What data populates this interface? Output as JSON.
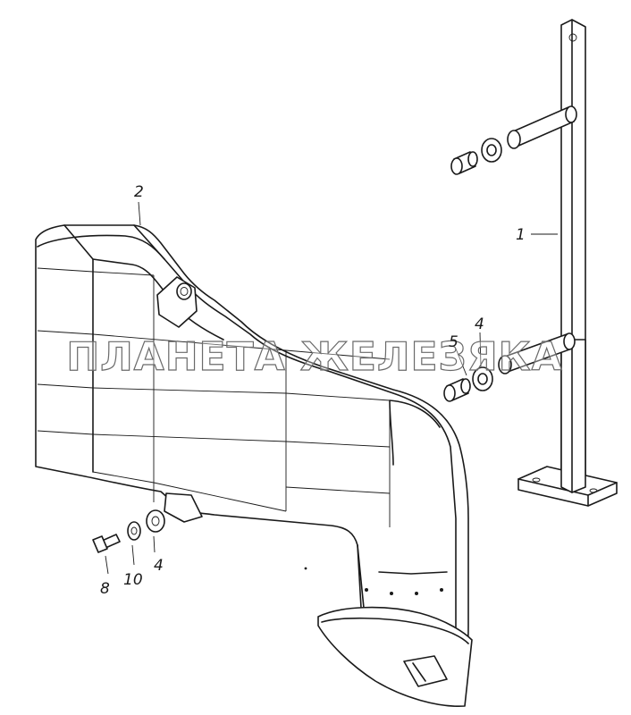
{
  "watermark": "ПЛАНЕТА ЖЕЛЕЗЯКА",
  "callouts": [
    {
      "id": "c1",
      "label": "1"
    },
    {
      "id": "c2",
      "label": "2"
    },
    {
      "id": "c4a",
      "label": "4"
    },
    {
      "id": "c5",
      "label": "5"
    },
    {
      "id": "c4b",
      "label": "4"
    },
    {
      "id": "c8",
      "label": "8"
    },
    {
      "id": "c10",
      "label": "10"
    }
  ],
  "colors": {
    "ink": "#1a1a1a",
    "background": "#ffffff"
  }
}
